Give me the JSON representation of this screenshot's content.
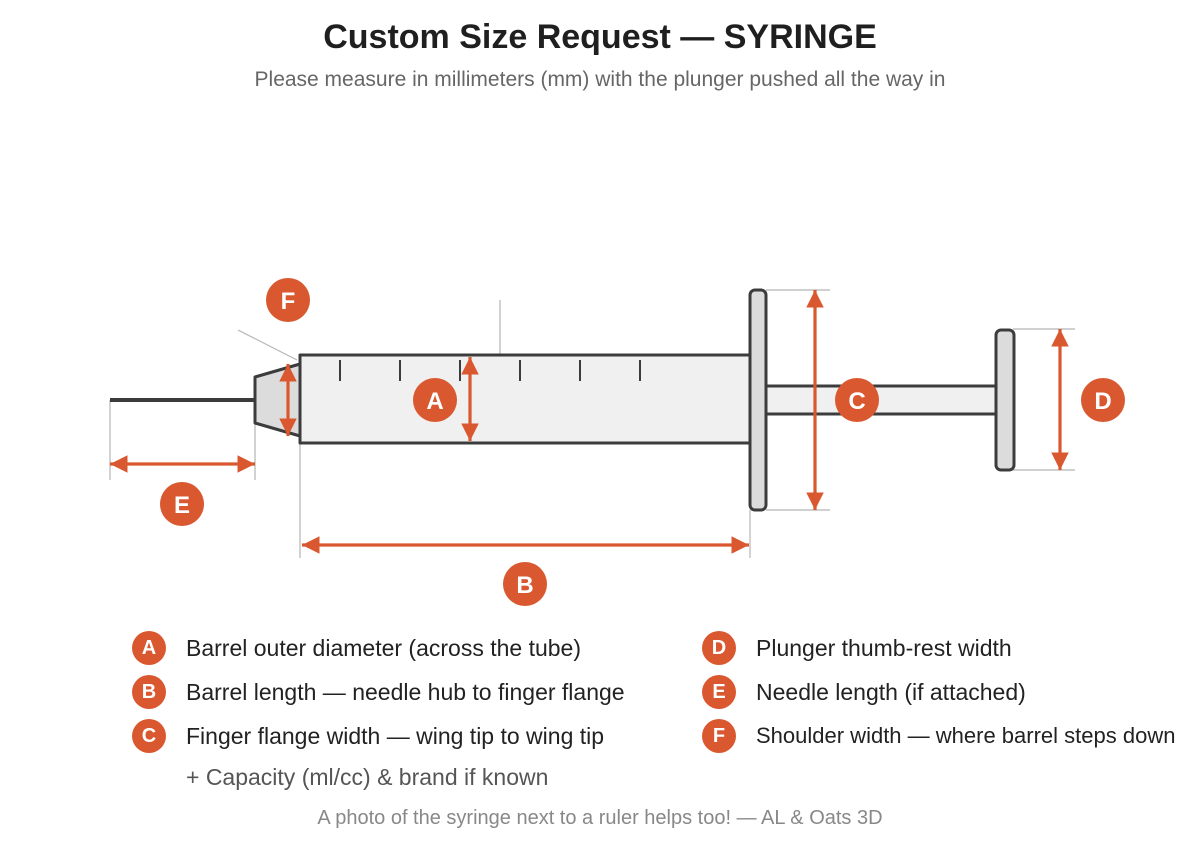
{
  "header": {
    "title": "Custom Size Request — SYRINGE",
    "subtitle": "Please measure in millimeters (mm) with the plunger pushed all the way in"
  },
  "colors": {
    "accent": "#d9582f",
    "outline": "#3c3c3c",
    "barrel_fill": "#f0f0f0",
    "hub_fill": "#dcdcdc",
    "extension_line": "#b5b5b5"
  },
  "markers": [
    {
      "letter": "A",
      "label": "Barrel outer diameter (across the tube)"
    },
    {
      "letter": "B",
      "label": "Barrel length — needle hub to finger flange"
    },
    {
      "letter": "C",
      "label": "Finger flange width — wing tip to wing tip"
    },
    {
      "letter": "D",
      "label": "Plunger thumb-rest width"
    },
    {
      "letter": "E",
      "label": "Needle length (if attached)"
    },
    {
      "letter": "F",
      "label": "Shoulder width — where barrel steps down"
    }
  ],
  "extra_note": "+ Capacity (ml/cc) & brand if known",
  "footer": "A photo of the syringe next to a ruler helps too! — AL & Oats 3D"
}
